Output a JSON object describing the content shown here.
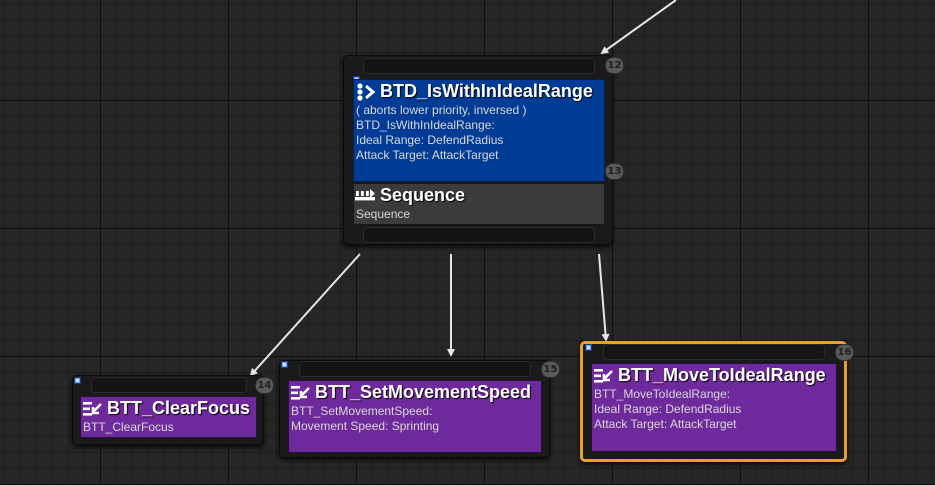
{
  "graph": {
    "decorator_node": {
      "index": "12",
      "title": "BTD_IsWithInIdealRange",
      "lines": [
        "( aborts lower priority, inversed )",
        "BTD_IsWithInIdealRange:",
        "",
        "Ideal Range: DefendRadius",
        "Attack Target: AttackTarget"
      ],
      "icon": "decorator-icon",
      "color": "#003c96"
    },
    "composite_node": {
      "index": "13",
      "title": "Sequence",
      "subtitle": "Sequence",
      "icon": "sequence-icon"
    },
    "task_clear_focus": {
      "index": "14",
      "title": "BTT_ClearFocus",
      "lines": [
        "BTT_ClearFocus"
      ],
      "icon": "task-icon",
      "color": "#6e2a9c"
    },
    "task_set_movement_speed": {
      "index": "15",
      "title": "BTT_SetMovementSpeed",
      "lines": [
        "BTT_SetMovementSpeed:",
        "",
        "Movement Speed: Sprinting"
      ],
      "icon": "task-icon"
    },
    "task_move_to_ideal_range": {
      "index": "16",
      "title": "BTT_MoveToIdealRange",
      "lines": [
        "BTT_MoveToIdealRange:",
        "",
        "Ideal Range: DefendRadius",
        "Attack Target: AttackTarget"
      ],
      "icon": "task-icon",
      "selected": true,
      "selection_color": "#e8a02b"
    }
  }
}
